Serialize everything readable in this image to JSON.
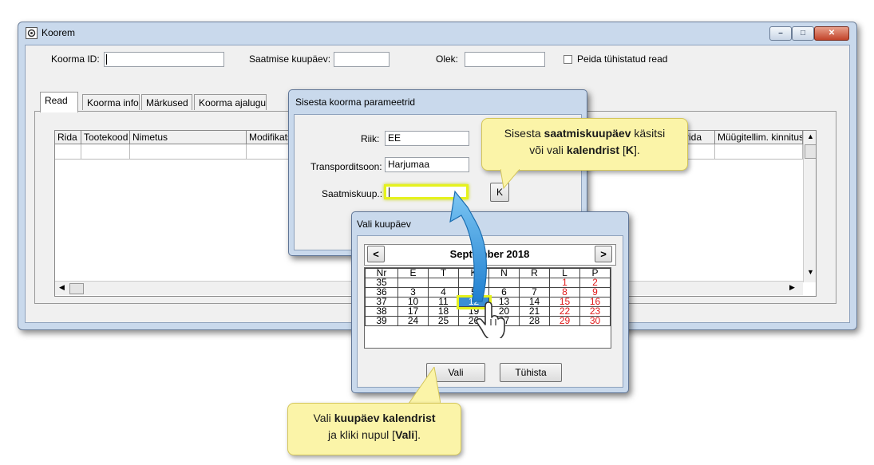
{
  "main_window": {
    "title": "Koorem",
    "controls": {
      "minimize": "–",
      "maximize": "□",
      "close": "✕"
    }
  },
  "filters": {
    "koorma_id_label": "Koorma ID:",
    "koorma_id_value": "",
    "saatmise_kuupaev_label": "Saatmise kuupäev:",
    "saatmise_kuupaev_value": "",
    "olek_label": "Olek:",
    "olek_value": "",
    "peida_label": "Peida tühistatud read",
    "peida_checked": false
  },
  "tabs": [
    {
      "label": "Read",
      "active": true
    },
    {
      "label": "Koorma info",
      "active": false
    },
    {
      "label": "Märkused",
      "active": false
    },
    {
      "label": "Koorma ajalugu",
      "active": false
    }
  ],
  "grid": {
    "columns": [
      "Rida",
      "Tootekood",
      "Nimetus",
      "Modifikats",
      "rida",
      "Müügitellim. kinnitus"
    ]
  },
  "param_dialog": {
    "title": "Sisesta koorma parameetrid",
    "riik_label": "Riik:",
    "riik_value": "EE",
    "transport_label": "Transporditsoon:",
    "transport_value": "Harjumaa",
    "saatmis_label": "Saatmiskuup.:",
    "saatmis_value": "",
    "calendar_button": "K"
  },
  "calendar_dialog": {
    "title": "Vali kuupäev",
    "prev": "<",
    "next": ">",
    "month_label": "September 2018",
    "headers": [
      "Nr",
      "E",
      "T",
      "K",
      "N",
      "R",
      "L",
      "P"
    ],
    "weeks": [
      [
        "35",
        "",
        "",
        "",
        "",
        "",
        "1",
        "2"
      ],
      [
        "36",
        "3",
        "4",
        "5",
        "6",
        "7",
        "8",
        "9"
      ],
      [
        "37",
        "10",
        "11",
        "12",
        "13",
        "14",
        "15",
        "16"
      ],
      [
        "38",
        "17",
        "18",
        "19",
        "20",
        "21",
        "22",
        "23"
      ],
      [
        "39",
        "24",
        "25",
        "26",
        "27",
        "28",
        "29",
        "30"
      ]
    ],
    "selected_day": "12",
    "select_button": "Vali",
    "cancel_button": "Tühista"
  },
  "callouts": {
    "top": {
      "line1_pre": "Sisesta ",
      "line1_bold": "saatmiskuupäev",
      "line1_post": " käsitsi",
      "line2_pre": "või vali ",
      "line2_bold": "kalendrist",
      "line2_post": " [",
      "line2_key": "K",
      "line2_end": "]."
    },
    "bottom": {
      "line1_pre": "Vali ",
      "line1_bold": "kuupäev kalendrist",
      "line2_pre": "ja kliki nupul [",
      "line2_key": "Vali",
      "line2_end": "]."
    }
  },
  "colors": {
    "window_frame": "#c9d9ec",
    "highlight": "#e5f21c",
    "callout_bg": "#fbf4a8",
    "arrow": "#3aa0e6",
    "weekend": "#e11a1a"
  }
}
